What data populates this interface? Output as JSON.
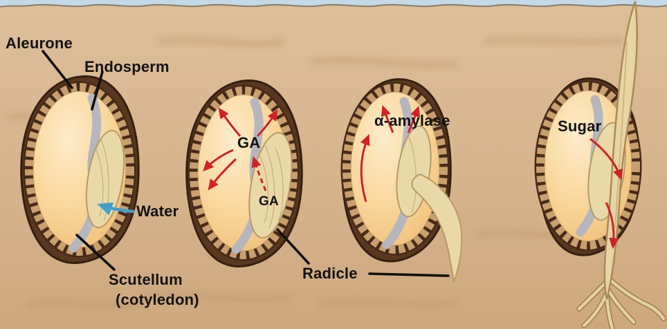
{
  "figure": {
    "kind": "seed-germination-diagram",
    "labels": {
      "aleurone": "Aleurone",
      "endosperm": "Endosperm",
      "water": "Water",
      "scutellum": "Scutellum",
      "cotyledon": "(cotyledon)",
      "ga_upper": "GA",
      "ga_lower": "GA",
      "alpha_amylase": "α-amylase",
      "radicle": "Radicle",
      "sugar": "Sugar"
    }
  },
  "colors": {
    "soil": "#d6b58e",
    "sky_water": "#c3d9e8",
    "seed_coat": "#58381f",
    "aleurone_layer": "#c89f6f",
    "endosperm": "#f7d193",
    "scutellum": "#ead9a8",
    "embryo_gray": "#b6b6bd",
    "arrow_red": "#d42027",
    "arrow_blue": "#3e9fd0",
    "label_text": "#121212"
  }
}
